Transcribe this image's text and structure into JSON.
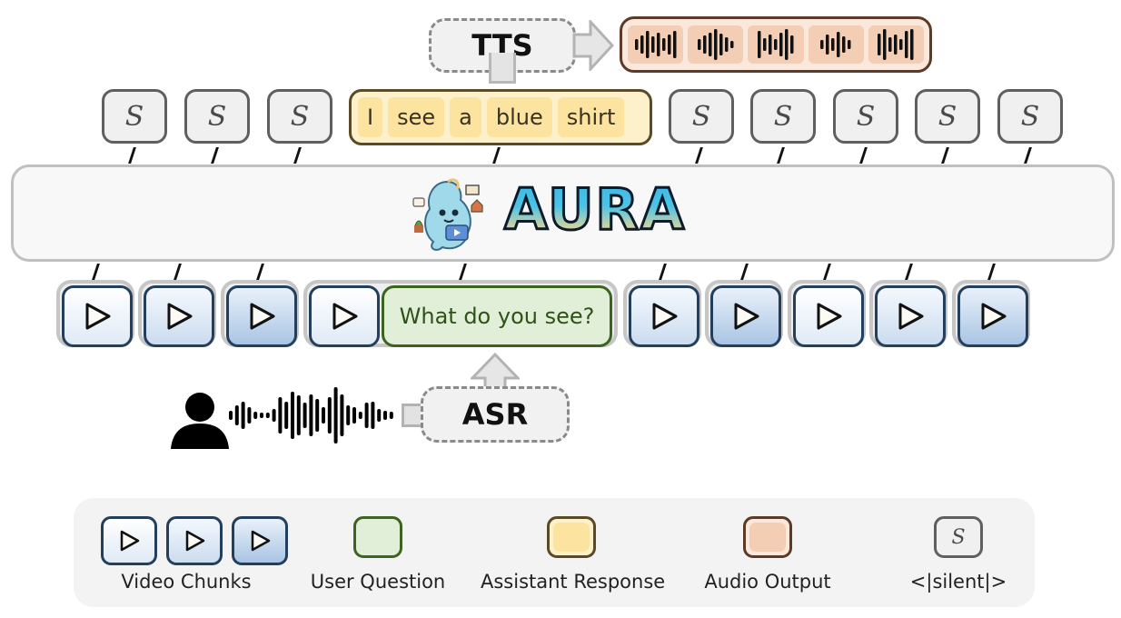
{
  "tts": {
    "label": "TTS",
    "audio_clip_count": 5
  },
  "silent_token": {
    "symbol": "S"
  },
  "output_row": {
    "silent_before": 3,
    "response_words": [
      "I",
      "see",
      "a",
      "blue",
      "shirt"
    ],
    "silent_after": 5
  },
  "model": {
    "name": "AURA"
  },
  "input_row": {
    "chunks_before": 3,
    "question": "What do you see?",
    "chunks_after": 5
  },
  "asr": {
    "label": "ASR"
  },
  "legend": {
    "items": [
      {
        "label": "Video Chunks",
        "color": "#233f5c"
      },
      {
        "label": "User Question",
        "color": "#3c6320"
      },
      {
        "label": "Assistant Response",
        "color": "#5a4a25"
      },
      {
        "label": "Audio Output",
        "color": "#5b3a28"
      },
      {
        "label": "<|silent|>",
        "color": "#5f5f5f"
      }
    ]
  },
  "colors": {
    "video_border": "#233f5c",
    "question_fill": "#e1efd9",
    "response_fill": "#fde3a0",
    "audio_fill": "#f4cdb5",
    "silent_fill": "#f0f0f0"
  }
}
